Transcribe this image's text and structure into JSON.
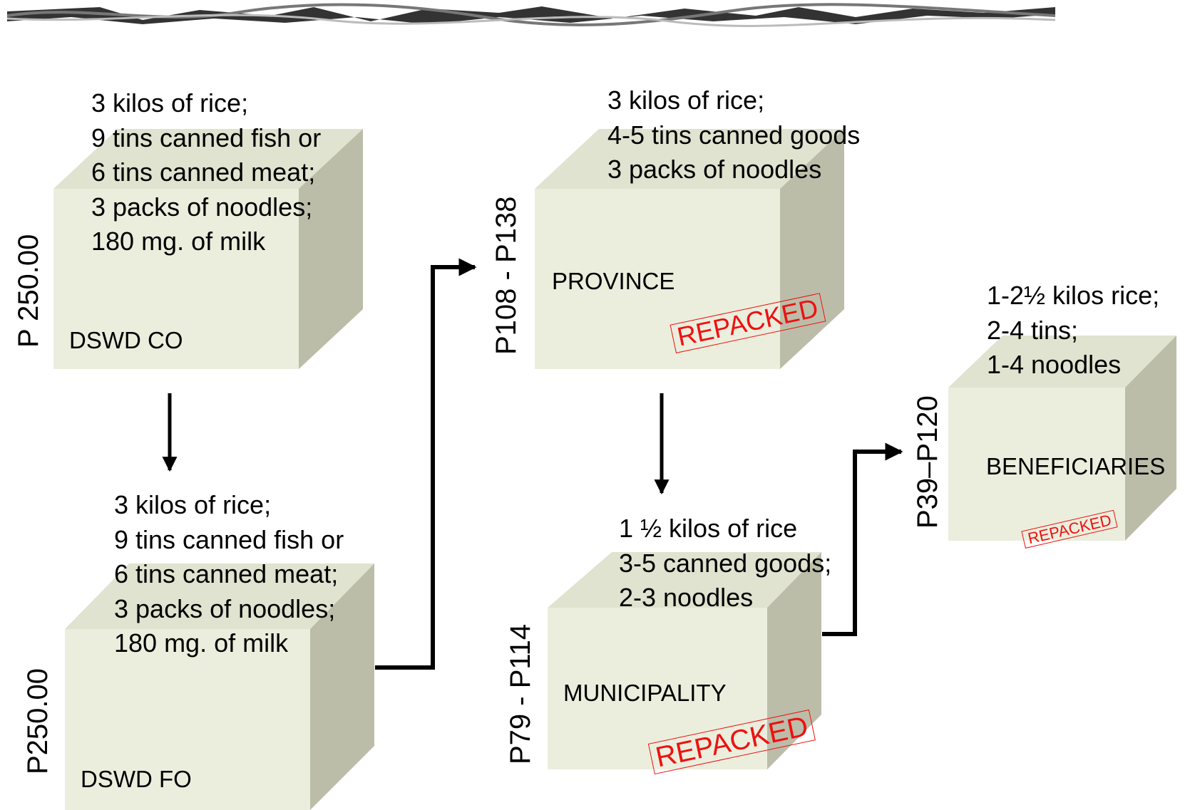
{
  "colors": {
    "box_front": "#ebeedd",
    "box_top": "#dfe3cf",
    "box_side": "#bbbda9",
    "stamp": "#ee1111",
    "arrow": "#000000"
  },
  "nodes": {
    "dswd_co": {
      "label": "DSWD CO",
      "price": "P 250.00",
      "items": [
        "3 kilos of rice;",
        "9 tins canned fish or",
        "6 tins canned meat;",
        "3 packs of noodles;",
        "180 mg. of milk"
      ]
    },
    "dswd_fo": {
      "label": "DSWD FO",
      "price": "P250.00",
      "items": [
        "3 kilos of rice;",
        "9 tins canned fish or",
        "6 tins canned meat;",
        "3 packs of noodles;",
        "180 mg. of milk"
      ]
    },
    "province": {
      "label": "PROVINCE",
      "price": "P108 - P138",
      "stamp": "REPACKED",
      "items": [
        "3 kilos of rice;",
        "4-5 tins canned goods",
        "3 packs of noodles"
      ]
    },
    "municipality": {
      "label": "MUNICIPALITY",
      "price": "P79 - P114",
      "stamp": "REPACKED",
      "items": [
        "1 ½ kilos of rice",
        "3-5 canned goods;",
        "2-3 noodles"
      ]
    },
    "beneficiaries": {
      "label": "BENEFICIARIES",
      "price": "P39–P120",
      "stamp": "REPACKED",
      "items": [
        "1-2½ kilos rice;",
        "2-4 tins;",
        "1-4 noodles"
      ]
    }
  }
}
